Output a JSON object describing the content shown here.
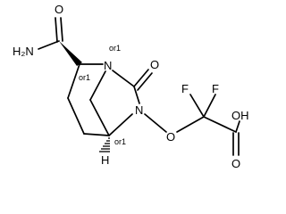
{
  "molecule": {
    "atoms": {
      "amide_nh2": "H₂N",
      "amide_o": "O",
      "ring_n1": "N",
      "ring_n2": "N",
      "lactam_o": "O",
      "ether_o": "O",
      "f1": "F",
      "f2": "F",
      "acid_oh": "OH",
      "acid_o": "O",
      "h": "H"
    },
    "stereo_labels": {
      "c2": "or1",
      "c5": "or1",
      "n1": "or1"
    }
  }
}
